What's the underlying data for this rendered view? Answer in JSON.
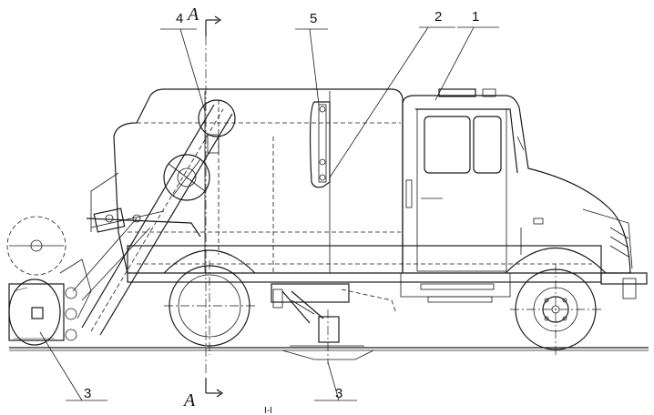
{
  "callouts": {
    "c1": "1",
    "c2": "2",
    "c3a": "3",
    "c3b": "3",
    "c4": "4",
    "c5": "5"
  },
  "section": {
    "top": "A",
    "bottom": "A"
  },
  "caption": "I-I"
}
